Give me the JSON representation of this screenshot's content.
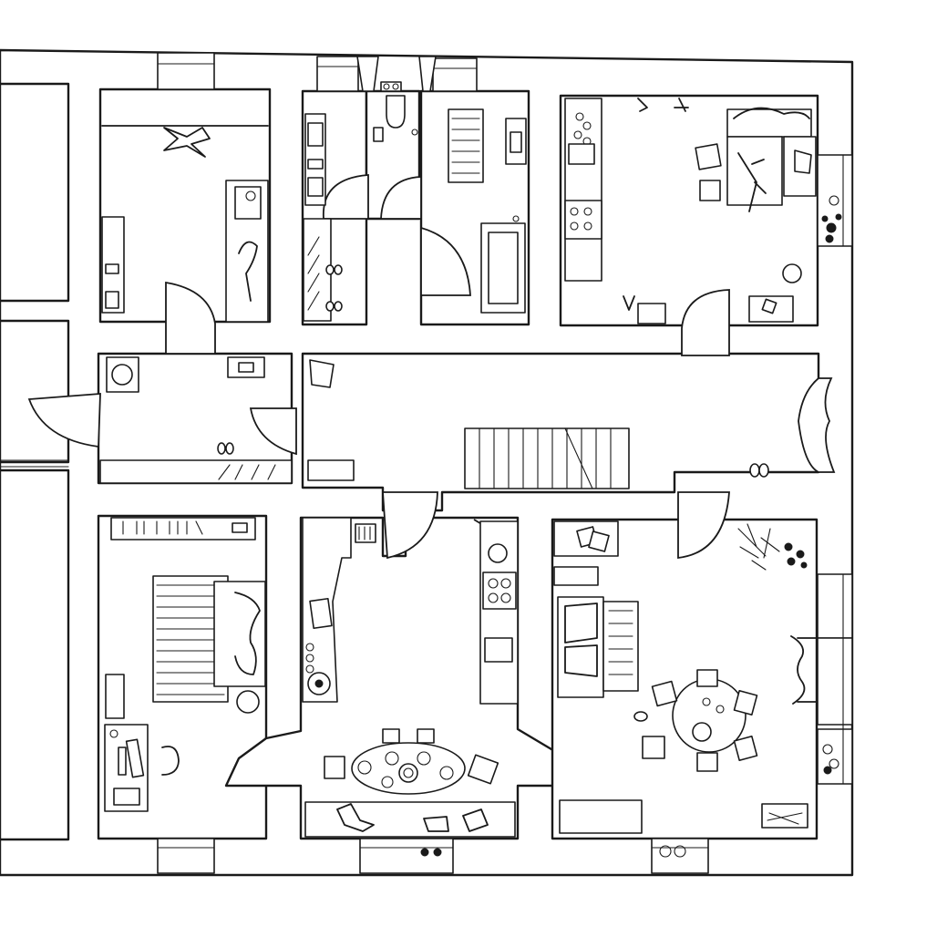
{
  "colors": {
    "ink": "#1a1a1a",
    "paper": "#ffffff"
  },
  "plan": {
    "rooms": [
      {
        "id": "room-top-left-bedroom",
        "icon": "bedroom"
      },
      {
        "id": "room-wc",
        "icon": "toilet"
      },
      {
        "id": "room-bathroom",
        "icon": "bathtub"
      },
      {
        "id": "room-top-right-studio",
        "icon": "desk"
      },
      {
        "id": "room-hall",
        "icon": "staircase"
      },
      {
        "id": "room-bottom-left-bedroom",
        "icon": "bed"
      },
      {
        "id": "room-kitchen",
        "icon": "stove"
      },
      {
        "id": "room-living-dining",
        "icon": "dining-table"
      }
    ]
  }
}
